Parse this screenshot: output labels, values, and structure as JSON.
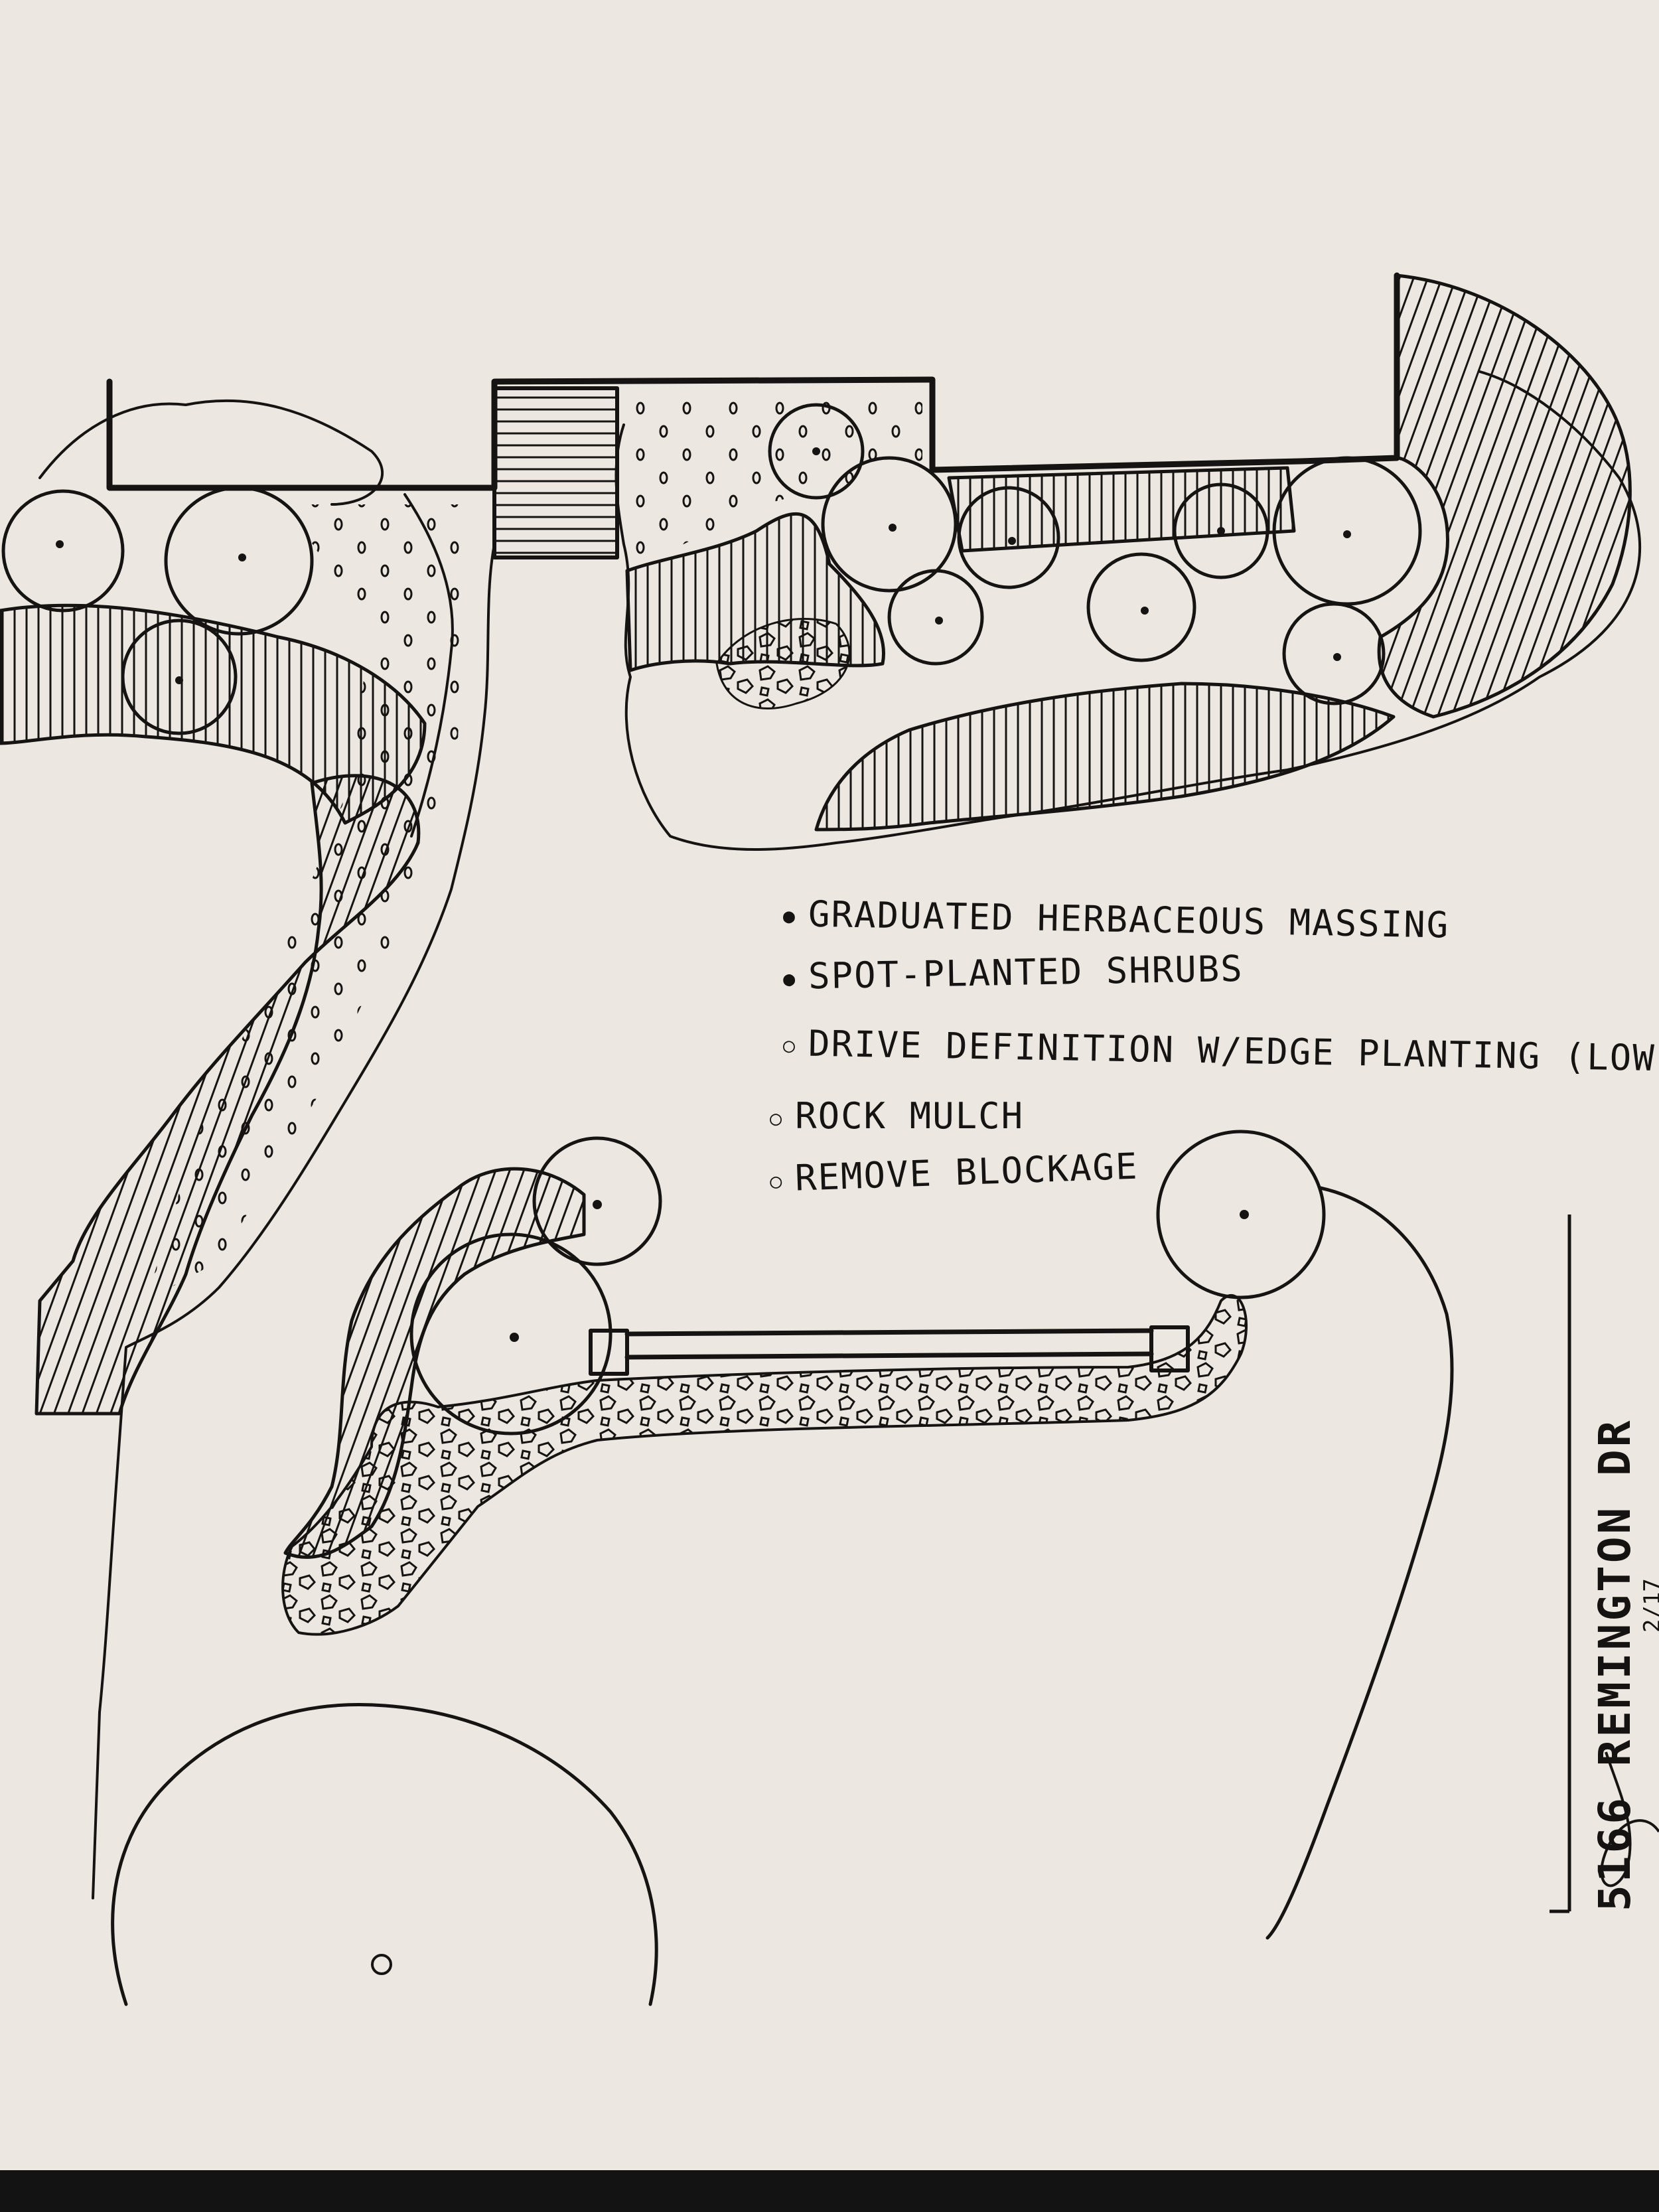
{
  "paper_color": "#ece8e1",
  "ink_color": "#161412",
  "notes": [
    "GRADUATED HERBACEOUS MASSING",
    "SPOT-PLANTED SHRUBS",
    "DRIVE DEFINITION W/EDGE PLANTING (LOW)",
    "ROCK MULCH",
    "REMOVE BLOCKAGE"
  ],
  "title_block": {
    "address": "5166 REMINGTON DR",
    "date": "2/17"
  }
}
